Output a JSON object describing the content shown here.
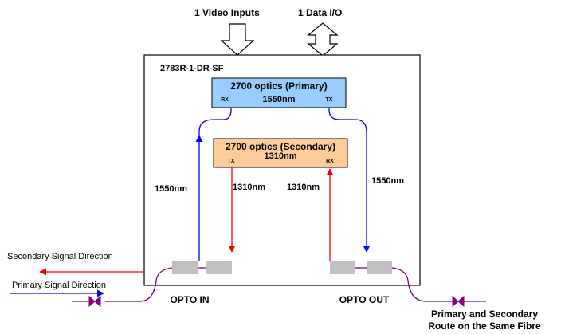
{
  "top": {
    "video_inputs": "1 Video Inputs",
    "data_io": "1 Data I/O"
  },
  "unit": {
    "model": "2783R-1-DR-SF"
  },
  "primary_optics": {
    "title": "2700 optics (Primary)",
    "wavelength": "1550nm",
    "rx": "RX",
    "tx": "TX"
  },
  "secondary_optics": {
    "title": "2700 optics (Secondary)",
    "wavelength": "1310nm",
    "tx": "TX",
    "rx": "RX"
  },
  "wavelength_labels": {
    "left_primary": "1550nm",
    "left_secondary": "1310nm",
    "right_secondary": "1310nm",
    "right_primary": "1550nm"
  },
  "ports": {
    "opto_in": "OPTO IN",
    "opto_out": "OPTO OUT"
  },
  "legend": {
    "secondary_direction": "Secondary Signal Direction",
    "primary_direction": "Primary Signal Direction"
  },
  "fibre_note": {
    "line1": "Primary and Secondary",
    "line2": "Route on the Same Fibre"
  },
  "colors": {
    "primary": "#0000ff",
    "secondary": "#ff0000",
    "fibre": "#800080",
    "primary_box": "#99ccff",
    "secondary_box": "#ffcc99",
    "connector": "#c0c0c0"
  }
}
